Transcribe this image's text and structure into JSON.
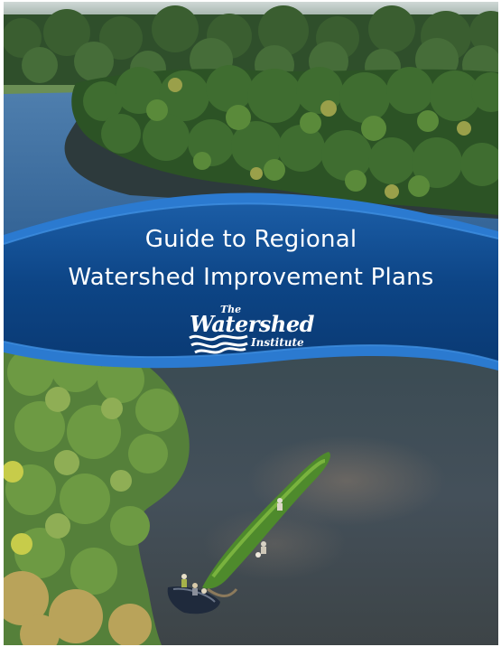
{
  "cover": {
    "title_line1": "Guide to Regional",
    "title_line2": "Watershed Improvement Plans",
    "logo": {
      "small": "The",
      "main": "Watershed",
      "sub": "Institute"
    }
  },
  "colors": {
    "banner_dark": "#0c3f78",
    "banner_mid": "#1a5a9e",
    "banner_accent": "#2f7fd0",
    "river": "#3d4d50",
    "forest": "#2f5a28"
  }
}
